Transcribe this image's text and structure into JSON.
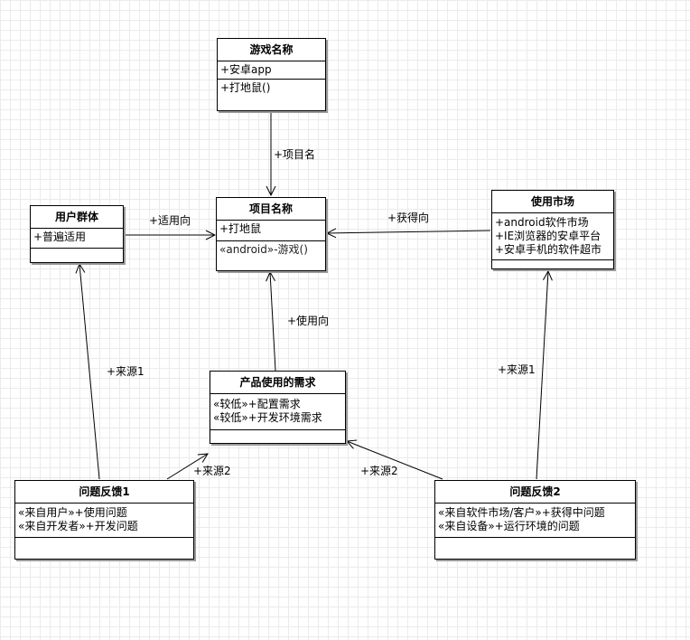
{
  "classes": {
    "game_name": {
      "title": "游戏名称",
      "attrs": [
        "+安卓app"
      ],
      "ops": [
        "+打地鼠()"
      ]
    },
    "project_name": {
      "title": "项目名称",
      "attrs": [
        "+打地鼠"
      ],
      "ops": [
        "«android»-游戏()"
      ]
    },
    "user_group": {
      "title": "用户群体",
      "attrs": [
        "+普遍适用"
      ],
      "ops": []
    },
    "market": {
      "title": "使用市场",
      "attrs": [
        "+android软件市场",
        "+IE浏览器的安卓平台",
        "+安卓手机的软件超市"
      ],
      "ops": []
    },
    "requirements": {
      "title": "产品使用的需求",
      "attrs": [
        "«较低»+配置需求",
        "«较低»+开发环境需求"
      ],
      "ops": []
    },
    "feedback1": {
      "title": "问题反馈1",
      "attrs": [
        "«来自用户»+使用问题",
        "«来自开发者»+开发问题"
      ],
      "ops": []
    },
    "feedback2": {
      "title": "问题反馈2",
      "attrs": [
        "«来自软件市场/客户»+获得中问题",
        "«来自设备»+运行环境的问题"
      ],
      "ops": []
    }
  },
  "associations": {
    "game_to_project": "+项目名",
    "user_to_project": "+适用向",
    "market_to_project": "+获得向",
    "req_to_project": "+使用向",
    "fb1_to_user": "+来源1",
    "fb1_to_req": "+来源2",
    "fb2_to_req": "+来源2",
    "fb2_to_market": "+来源1"
  }
}
